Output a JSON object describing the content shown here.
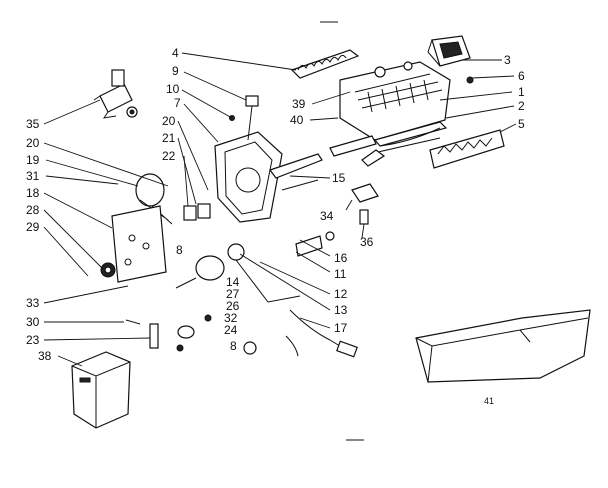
{
  "colors": {
    "ink": "#111111",
    "paper": "#ffffff"
  },
  "parts": {
    "p1": "1",
    "p2": "2",
    "p3": "3",
    "p4": "4",
    "p5": "5",
    "p6": "6",
    "p7": "7",
    "p8a": "8",
    "p8b": "8",
    "p9": "9",
    "p10": "10",
    "p11": "11",
    "p12": "12",
    "p13": "13",
    "p14": "14",
    "p15": "15",
    "p16": "16",
    "p17": "17",
    "p18": "18",
    "p19": "19",
    "p20a": "20",
    "p20b": "20",
    "p21": "21",
    "p22": "22",
    "p23": "23",
    "p24": "24",
    "p26": "26",
    "p27": "27",
    "p28": "28",
    "p29": "29",
    "p30": "30",
    "p31": "31",
    "p32": "32",
    "p33": "33",
    "p34": "34",
    "p35": "35",
    "p36": "36",
    "p38": "38",
    "p39": "39",
    "p40": "40",
    "p41": "41"
  }
}
